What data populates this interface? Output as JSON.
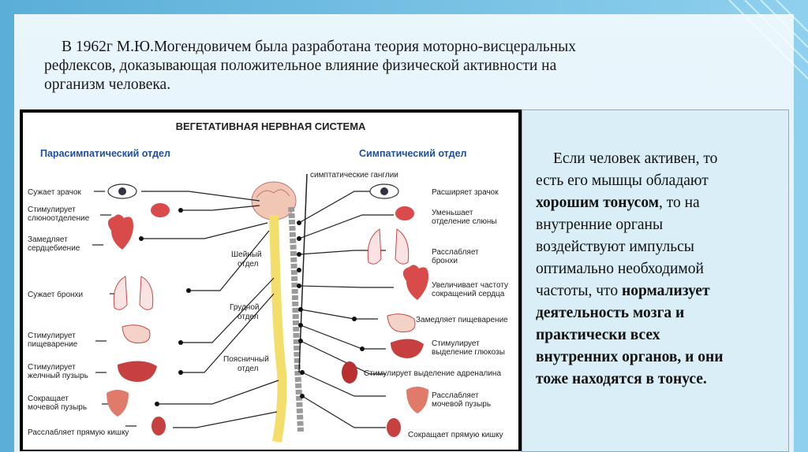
{
  "heading_lines": [
    "В 1962г  М.Ю.Могендовичем была  разработана  теория моторно-висцеральных",
    "рефлексов, доказывающая положительное влияние физической активности на",
    "организм человека."
  ],
  "diagram": {
    "title": "ВЕГЕТАТИВНАЯ НЕРВНАЯ СИСТЕМА",
    "left_header": "Парасимпатический отдел",
    "right_header": "Симпатический отдел",
    "ganglia_label": "симптатические ганглии",
    "left_labels": [
      "Сужает зрачок",
      "Стимулирует",
      "слюноотделение",
      "Замедляет",
      "сердцебиение",
      "Сужает бронхи",
      "Стимулирует",
      "пищеварение",
      "Стимулирует",
      "желчный пузырь",
      "Сокращает",
      "мочевой пузырь",
      "Расслабляет прямую кишку"
    ],
    "right_labels": [
      "Расширяет зрачок",
      "Уменьшает",
      "отделение слюны",
      "Расслабляет",
      "бронхи",
      "Увеличивает частоту",
      "сокращений сердца",
      "Замедляет пищеварение",
      "Стимулирует",
      "выделение глюкозы",
      "Стимулирует выделение адреналина",
      "Расслабляет",
      "мочевой пузырь",
      "Сокращает прямую кишку"
    ],
    "spine_labels": [
      "Шейный",
      "отдел",
      "Грудной",
      "отдел",
      "Поясничный",
      "отдел"
    ]
  },
  "box": {
    "l1": "Если человек активен, то",
    "l2": "есть его мышцы обладают",
    "l3_bold": "хорошим тонусом",
    "l3_rest": ",  то на",
    "l4": "внутренние органы",
    "l5": "воздействуют импульсы",
    "l6": "оптимально необходимой",
    "l7_pre": "частоты, что ",
    "l7_bold": "нормализует",
    "l8": "деятельность мозга и",
    "l9": "практически всех",
    "l10": "внутренних органов, и они",
    "l11": "тоже находятся в тонусе."
  },
  "colors": {
    "bg_left": "#5aaed8",
    "panel": "#e9f6fc",
    "text_box": "#d9eef7",
    "organ": "#d94a4a",
    "header_blue": "#1f4f9c"
  }
}
